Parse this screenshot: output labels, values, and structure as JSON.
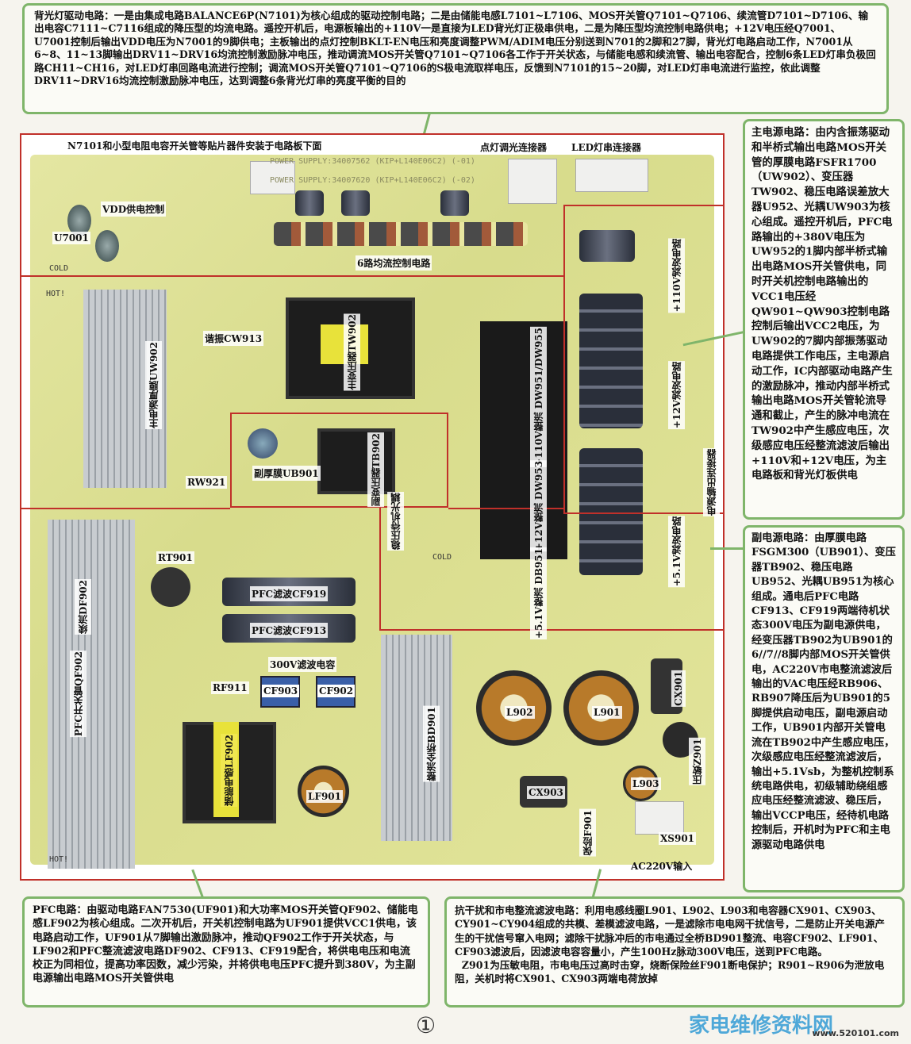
{
  "notes": {
    "backlight": "背光灯驱动电路：一是由集成电路BALANCE6P(N7101)为核心组成的驱动控制电路；二是由储能电感L7101~L7106、MOS开关管Q7101~Q7106、续流管D7101~D7106、输出电容C7111~C7116组成的降压型的均流电路。遥控开机后，电源板输出的+110V一是直接为LED背光灯正极串供电，二是为降压型均流控制电路供电；+12V电压经Q7001、U7001控制后输出VDD电压为N7001的9脚供电；主板输出的点灯控制BKLT-EN电压和亮度调整PWM/ADIM电压分别送到N701的2脚和27脚，背光灯电路启动工作，N7001从6~8、11~13脚输出DRV11~DRV16均流控制激励脉冲电压，推动调流MOS开关管Q7101~Q7106各工作于开关状态，与储能电感和续流管、输出电容配合，控制6条LED灯串负极回路CH11~CH16，对LED灯串回路电流进行控制；调流MOS开关管Q7101~Q7106的S极电流取样电压，反馈到N7101的15~20脚，对LED灯串电流进行监控，依此调整DRV11~DRV16均流控制激励脉冲电压，达到调整6条背光灯串的亮度平衡的目的",
    "main_power": "主电源电路：由内含振荡驱动和半桥式输出电路MOS开关管的厚膜电路FSFR1700（UW902）、变压器TW902、稳压电路误差放大器U952、光耦UW903为核心组成。遥控开机后，PFC电路输出的+380V电压为UW952的1脚内部半桥式输出电路MOS开关管供电，同时开关机控制电路输出的VCC1电压经QW901~QW903控制电路控制后输出VCC2电压，为UW902的7脚内部振荡驱动电路提供工作电压，主电源启动工作，IC内部驱动电路产生的激励脉冲，推动内部半桥式输出电路MOS开关管轮流导通和截止，产生的脉冲电流在TW902中产生感应电压，次级感应电压经整流滤波后输出+110V和+12V电压，为主电路板和背光灯板供电",
    "sub_power": "副电源电路：由厚膜电路FSGM300（UB901）、变压器TB902、稳压电路UB952、光耦UB951为核心组成。通电后PFC电路CF913、CF919两端待机状态300V电压为副电源供电，经变压器TB902为UB901的6//7//8脚内部MOS开关管供电，AC220V市电整流滤波后输出的VAC电压经RB906、RB907降压后为UB901的5脚提供启动电压，副电源启动工作，UB901内部开关管电流在TB902中产生感应电压，次级感应电压经整流滤波后，输出+5.1Vsb，为整机控制系统电路供电，初级辅助绕组感应电压经整流滤波、稳压后，输出VCCP电压，经待机电路控制后，开机时为PFC和主电源驱动电路供电",
    "pfc": "PFC电路：由驱动电路FAN7530(UF901)和大功率MOS开关管QF902、储能电感LF902为核心组成。二次开机后，开关机控制电路为UF901提供VCC1供电，该电路启动工作，UF901从7脚输出激励脉冲，推动QF902工作于开关状态，与LF902和PFC整流滤波电路DF902、CF913、CF919配合，将供电电压和电流校正为同相位，提高功率因数，减少污染，并将供电电压PFC提升到380V，为主副电源输出电路MOS开关管供电",
    "emi": "抗干扰和市电整流滤波电路：利用电感线圈L901、L902、L903和电容器CX901、CX903、CY901~CY904组成的共模、差模滤波电路，一是滤除市电电网干扰信号，二是防止开关电源产生的干扰信号窜入电网；滤除干扰脉冲后的市电通过全桥BD901整流、电容CF902、LF901、CF903滤波后，因滤波电容容量小，产生100Hz脉动300V电压，送到PFC电路。\n  Z901为压敏电阻，市电电压过高时击穿，烧断保险丝F901断电保护；R901~R906为泄放电阻，关机时将CX901、CX903两端电荷放掉"
  },
  "board": {
    "header_smd": "N7101和小型电阻电容开关管等贴片器件安装于电路板下面",
    "header_dimming": "点灯调光连接器",
    "header_led": "LED灯串连接器",
    "silk_ps1": "POWER SUPPLY:34007562 (KIP+L140E06C2) (-01)",
    "silk_ps2": "POWER SUPPLY:34007620 (KIP+L140E06C2) (-02)",
    "vdd": "VDD供电控制",
    "u7001": "U7001",
    "six_way": "6路均流控制电路",
    "cold": "COLD",
    "hot": "HOT!",
    "filter_110": "+110V滤波电路",
    "resonant": "谐振CW913",
    "main_xfmr": "主变压器TW902",
    "main_ic": "主电源厚膜UW902",
    "rect_110": "+110V整流 DW951/DW955",
    "filter_12": "+12V滤波电路",
    "rw921": "RW921",
    "sub_ic": "副厚膜UB901",
    "sub_xfmr": "副变压器TB902",
    "rect_12": "+12V整流 DW953",
    "standby_opto": "稳压待机光耦",
    "output_conn": "电源输出连接器",
    "rect_5": "+5.1V整流 DB951",
    "filter_5": "+5.1V滤波电路",
    "rt901": "RT901",
    "cf919": "PFC滤波CF919",
    "cf913": "PFC滤波CF913",
    "df902": "续流DF902",
    "cap300": "300V滤波电容",
    "qf902": "PFC开关管QF902",
    "rf911": "RF911",
    "cf903": "CF903",
    "cf902": "CF902",
    "l902": "L902",
    "l901": "L901",
    "cx901": "CX901",
    "bd901": "整流全桥BD901",
    "lf902": "储能电感LF902",
    "lf901": "LF901",
    "cx903": "CX903",
    "l903": "L903",
    "z901": "压敏Z901",
    "f901": "保险F901",
    "xs901": "XS901",
    "ac_in": "AC220V输入"
  },
  "figure_number": "①",
  "watermark": {
    "name": "家电维修资料网",
    "url": "www.520101.com"
  }
}
